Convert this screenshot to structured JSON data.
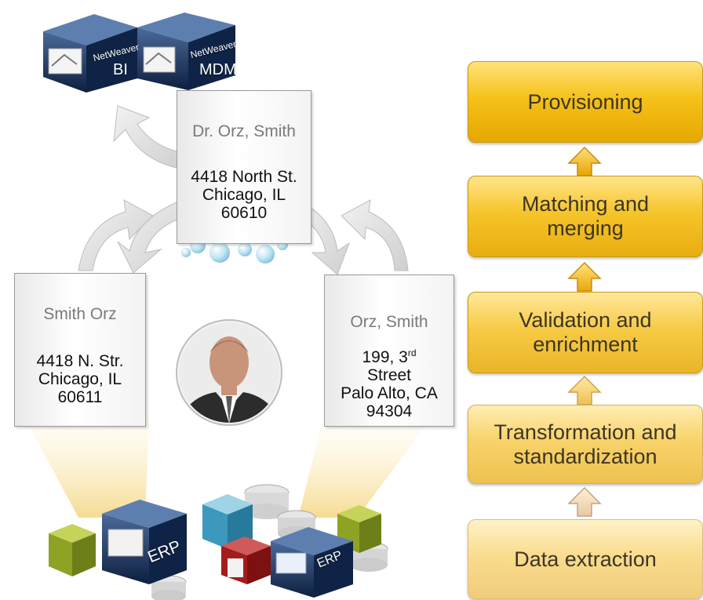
{
  "pipeline": {
    "steps": [
      {
        "line1": "Provisioning",
        "line2": ""
      },
      {
        "line1": "Matching and",
        "line2": "merging"
      },
      {
        "line1": "Validation and",
        "line2": "enrichment"
      },
      {
        "line1": "Transformation and",
        "line2": "standardization"
      },
      {
        "line1": "Data extraction",
        "line2": ""
      }
    ],
    "colors": [
      "#f5c11a",
      "#f6c52b",
      "#f7cb45",
      "#f8d36a",
      "#f9dc8e"
    ]
  },
  "targets": {
    "bi": {
      "brand": "NetWeaver",
      "label": "BI"
    },
    "mdm": {
      "brand": "NetWeaver",
      "label": "MDM"
    }
  },
  "records": {
    "center": {
      "name": "Dr. Orz, Smith",
      "addr1": "4418 North St.",
      "addr2": "Chicago, IL",
      "addr3": "60610"
    },
    "left": {
      "name": "Smith Orz",
      "addr1": "4418 N. Str.",
      "addr2": "Chicago, IL",
      "addr3": "60611"
    },
    "right": {
      "name": "Orz, Smith",
      "addr_num": "199, 3",
      "addr_sup": "rd",
      "addr1": "Street",
      "addr2": "Palo Alto, CA",
      "addr3": "94304"
    }
  },
  "sources": {
    "erp1": "ERP",
    "erp2": "ERP"
  },
  "icons": [
    "netweaver-bi-cube-icon",
    "netweaver-mdm-cube-icon",
    "person-photo",
    "erp-cube-icon",
    "database-icon",
    "refresh-arrow-icon"
  ]
}
